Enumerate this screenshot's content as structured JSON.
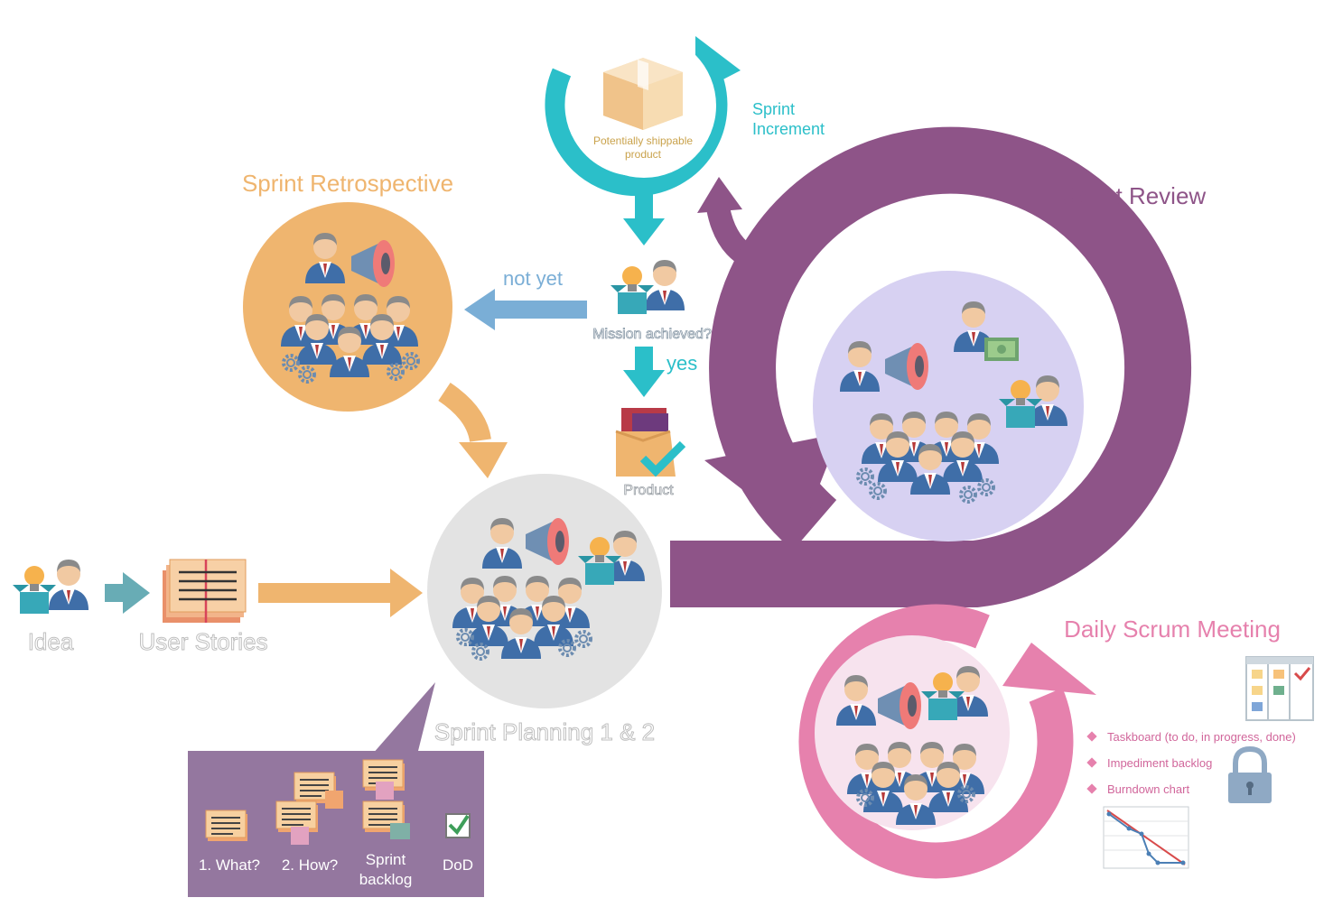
{
  "colors": {
    "increment": "#2bbfc9",
    "retro": "#efb56f",
    "review": "#8e5488",
    "review_fill": "#d7d1f2",
    "daily": "#e681ad",
    "daily_fill": "#f7e3ee",
    "planning_fill": "#e3e3e3",
    "arrow_blue": "#7aaed6",
    "arrow_teal": "#68acb5",
    "arrow_cyan": "#2bbfc9",
    "legend_box": "#94779f",
    "grey_text": "#bfbfbf"
  },
  "labels": {
    "sprint_retrospective": "Sprint Retrospective",
    "sprint_review": "Sprint Review",
    "sprint_increment_line1": "Sprint",
    "sprint_increment_line2": "Increment",
    "potentially_shippable_line1": "Potentially shippable",
    "potentially_shippable_line2": "product",
    "not_yet": "not yet",
    "mission_achieved": "Mission achieved?",
    "yes": "yes",
    "product": "Product",
    "idea": "Idea",
    "user_stories": "User Stories",
    "sprint_planning": "Sprint Planning 1 & 2",
    "daily_scrum": "Daily Scrum Meeting"
  },
  "planning_box": {
    "items": [
      "1. What?",
      "2. How?",
      "Sprint",
      "backlog",
      "DoD"
    ]
  },
  "daily_list": [
    "Taskboard (to do, in progress, done)",
    "Impediment backlog",
    "Burndown chart"
  ],
  "icons": [
    "box-icon",
    "team-icon",
    "megaphone-icon",
    "lightbulb-icon",
    "money-icon",
    "gear-icon",
    "checkmark-icon",
    "lock-icon",
    "taskboard-icon",
    "burndown-icon",
    "user-stories-icon"
  ]
}
